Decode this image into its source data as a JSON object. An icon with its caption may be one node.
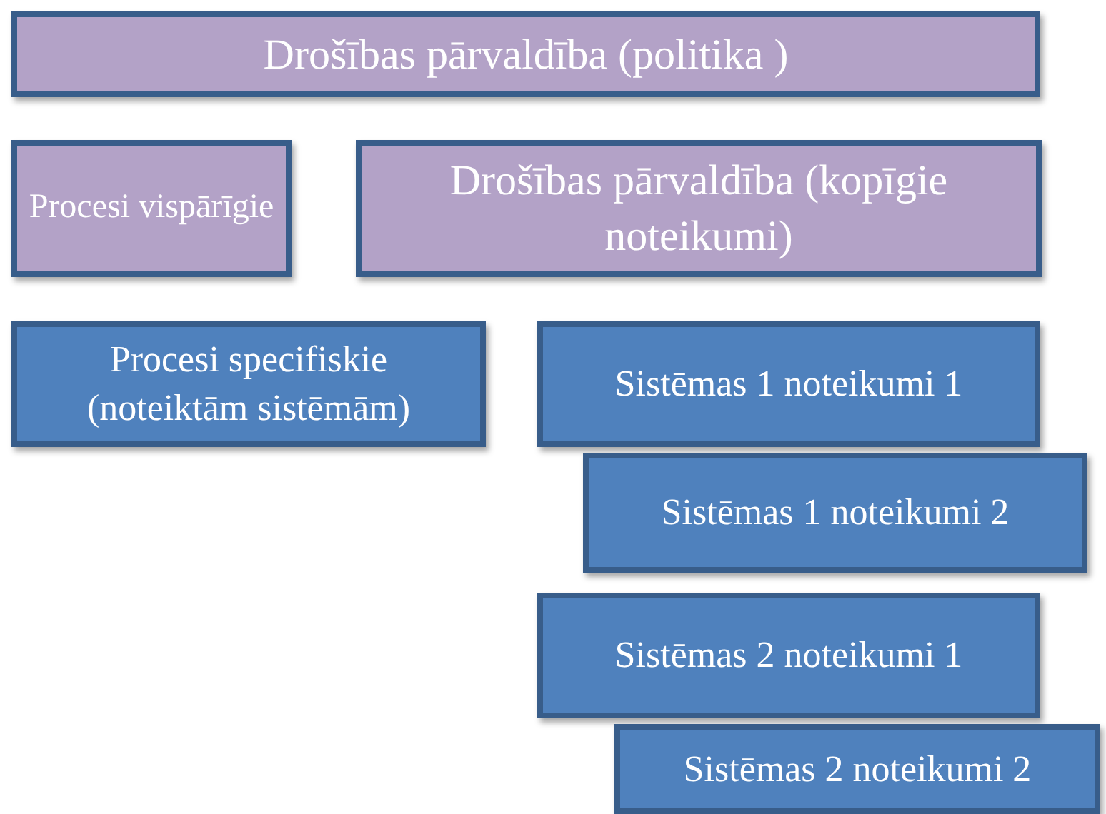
{
  "diagram": {
    "nodes": [
      {
        "text": [
          "Drošības pārvaldība (politika )"
        ]
      },
      {
        "text": [
          "Procesi vispārīgie"
        ]
      },
      {
        "text": [
          "Drošības pārvaldība (kopīgie noteikumi)"
        ]
      },
      {
        "text": [
          "Procesi specifiskie (noteiktām sistēmām)"
        ]
      },
      {
        "text": [
          "Sistēmas 1 noteikumi 1"
        ]
      },
      {
        "text": [
          "Sistēmas 1 noteikumi  2"
        ]
      },
      {
        "text": [
          "Sistēmas 2 noteikumi 1"
        ]
      },
      {
        "text": [
          "Sistēmas 2 noteikumi 2"
        ]
      }
    ],
    "edges": []
  }
}
